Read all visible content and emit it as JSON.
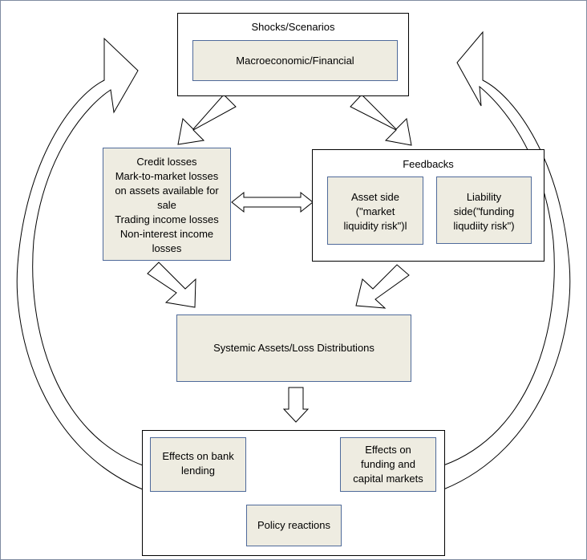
{
  "shocks": {
    "title": "Shocks/Scenarios",
    "inner": "Macroeconomic/Financial"
  },
  "losses": {
    "lines": [
      "Credit losses",
      "Mark-to-market losses",
      "on assets available for",
      "sale",
      "Trading income losses",
      "Non-interest income",
      "losses"
    ]
  },
  "feedbacks": {
    "title": "Feedbacks",
    "asset_lines": [
      "Asset side",
      "(\"market",
      "liquidity risk\")l"
    ],
    "liability_lines": [
      "Liability",
      "side(\"funding",
      "liqudiity risk\")"
    ]
  },
  "systemic": {
    "label": "Systemic Assets/Loss Distributions"
  },
  "effects": {
    "bank_lines": [
      "Effects on bank",
      "lending"
    ],
    "markets_lines": [
      "Effects on",
      "funding and",
      "capital markets"
    ],
    "policy": "Policy reactions"
  },
  "colors": {
    "box_fill": "#eeece1",
    "box_border": "#4f6a9a"
  }
}
